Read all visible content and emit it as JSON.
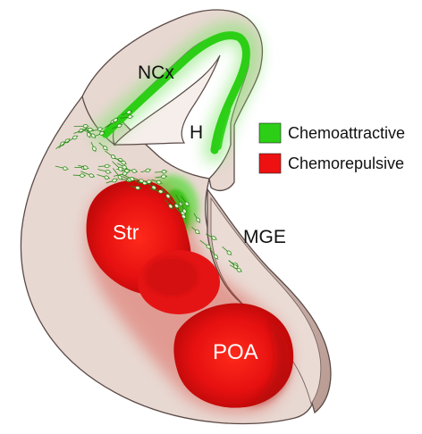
{
  "labels": {
    "ncx": "NCx",
    "h": "H",
    "str": "Str",
    "mge": "MGE",
    "poa": "POA"
  },
  "legend": {
    "items": [
      {
        "label": "Chemoattractive",
        "color": "#2ccf16"
      },
      {
        "label": "Chemorepulsive",
        "color": "#ee1111"
      }
    ]
  },
  "colors": {
    "tissue": "#e8d8d2",
    "tissue_edge": "#5a4a46",
    "chemoattractive": "#2ccf16",
    "chemorepulsive": "#ee1111",
    "region_text_dark": "#111111",
    "region_text_light": "#ffffff"
  },
  "icons": {
    "migrating_neurons": "neuron-cluster"
  }
}
